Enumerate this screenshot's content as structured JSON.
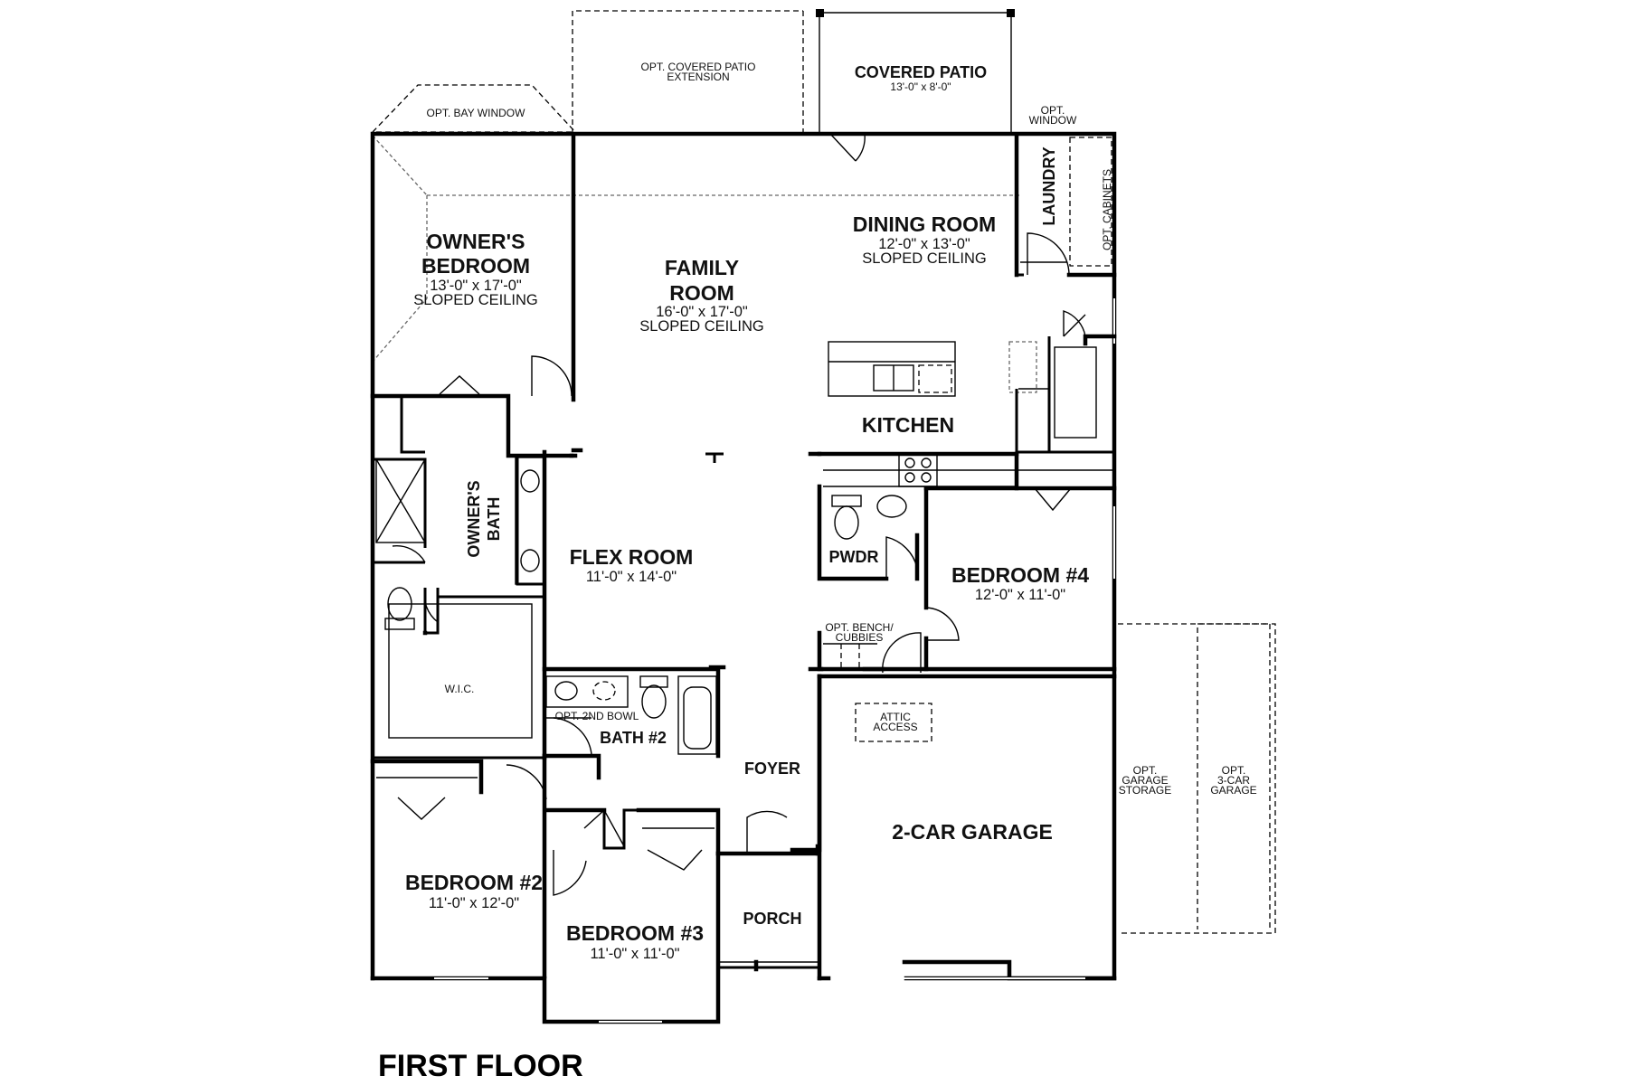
{
  "floor_title": "FIRST FLOOR",
  "rooms": {
    "owners_bedroom": {
      "name_l1": "OWNER'S",
      "name_l2": "BEDROOM",
      "size": "13'-0\" x 17'-0\"",
      "note": "SLOPED CEILING"
    },
    "family_room": {
      "name_l1": "FAMILY",
      "name_l2": "ROOM",
      "size": "16'-0\" x 17'-0\"",
      "note": "SLOPED CEILING"
    },
    "dining_room": {
      "name": "DINING ROOM",
      "size": "12'-0\" x 13'-0\"",
      "note": "SLOPED CEILING"
    },
    "laundry": {
      "name": "LAUNDRY"
    },
    "kitchen": {
      "name": "KITCHEN"
    },
    "owners_bath": {
      "name_l1": "OWNER'S",
      "name_l2": "BATH"
    },
    "wic": {
      "name": "W.I.C."
    },
    "flex_room": {
      "name": "FLEX ROOM",
      "size": "11'-0\" x 14'-0\""
    },
    "pwdr": {
      "name": "PWDR"
    },
    "bedroom4": {
      "name": "BEDROOM #4",
      "size": "12'-0\" x 11'-0\""
    },
    "bath2": {
      "name": "BATH #2"
    },
    "foyer": {
      "name": "FOYER"
    },
    "garage": {
      "name": "2-CAR GARAGE"
    },
    "bedroom2": {
      "name": "BEDROOM #2",
      "size": "11'-0\" x 12'-0\""
    },
    "bedroom3": {
      "name": "BEDROOM #3",
      "size": "11'-0\" x 11'-0\""
    },
    "porch": {
      "name": "PORCH"
    },
    "covered_patio": {
      "name": "COVERED PATIO",
      "size": "13'-0\" x 8'-0\""
    }
  },
  "options": {
    "covered_patio_ext_l1": "OPT. COVERED PATIO",
    "covered_patio_ext_l2": "EXTENSION",
    "bay_window": "OPT. BAY WINDOW",
    "window_l1": "OPT.",
    "window_l2": "WINDOW",
    "cabinets": "OPT. CABINETS",
    "bench_l1": "OPT. BENCH/",
    "bench_l2": "CUBBIES",
    "second_bowl": "OPT. 2ND BOWL",
    "attic_l1": "ATTIC",
    "attic_l2": "ACCESS",
    "garage_storage_l1": "OPT.",
    "garage_storage_l2": "GARAGE",
    "garage_storage_l3": "STORAGE",
    "third_car_l1": "OPT.",
    "third_car_l2": "3-CAR",
    "third_car_l3": "GARAGE"
  }
}
